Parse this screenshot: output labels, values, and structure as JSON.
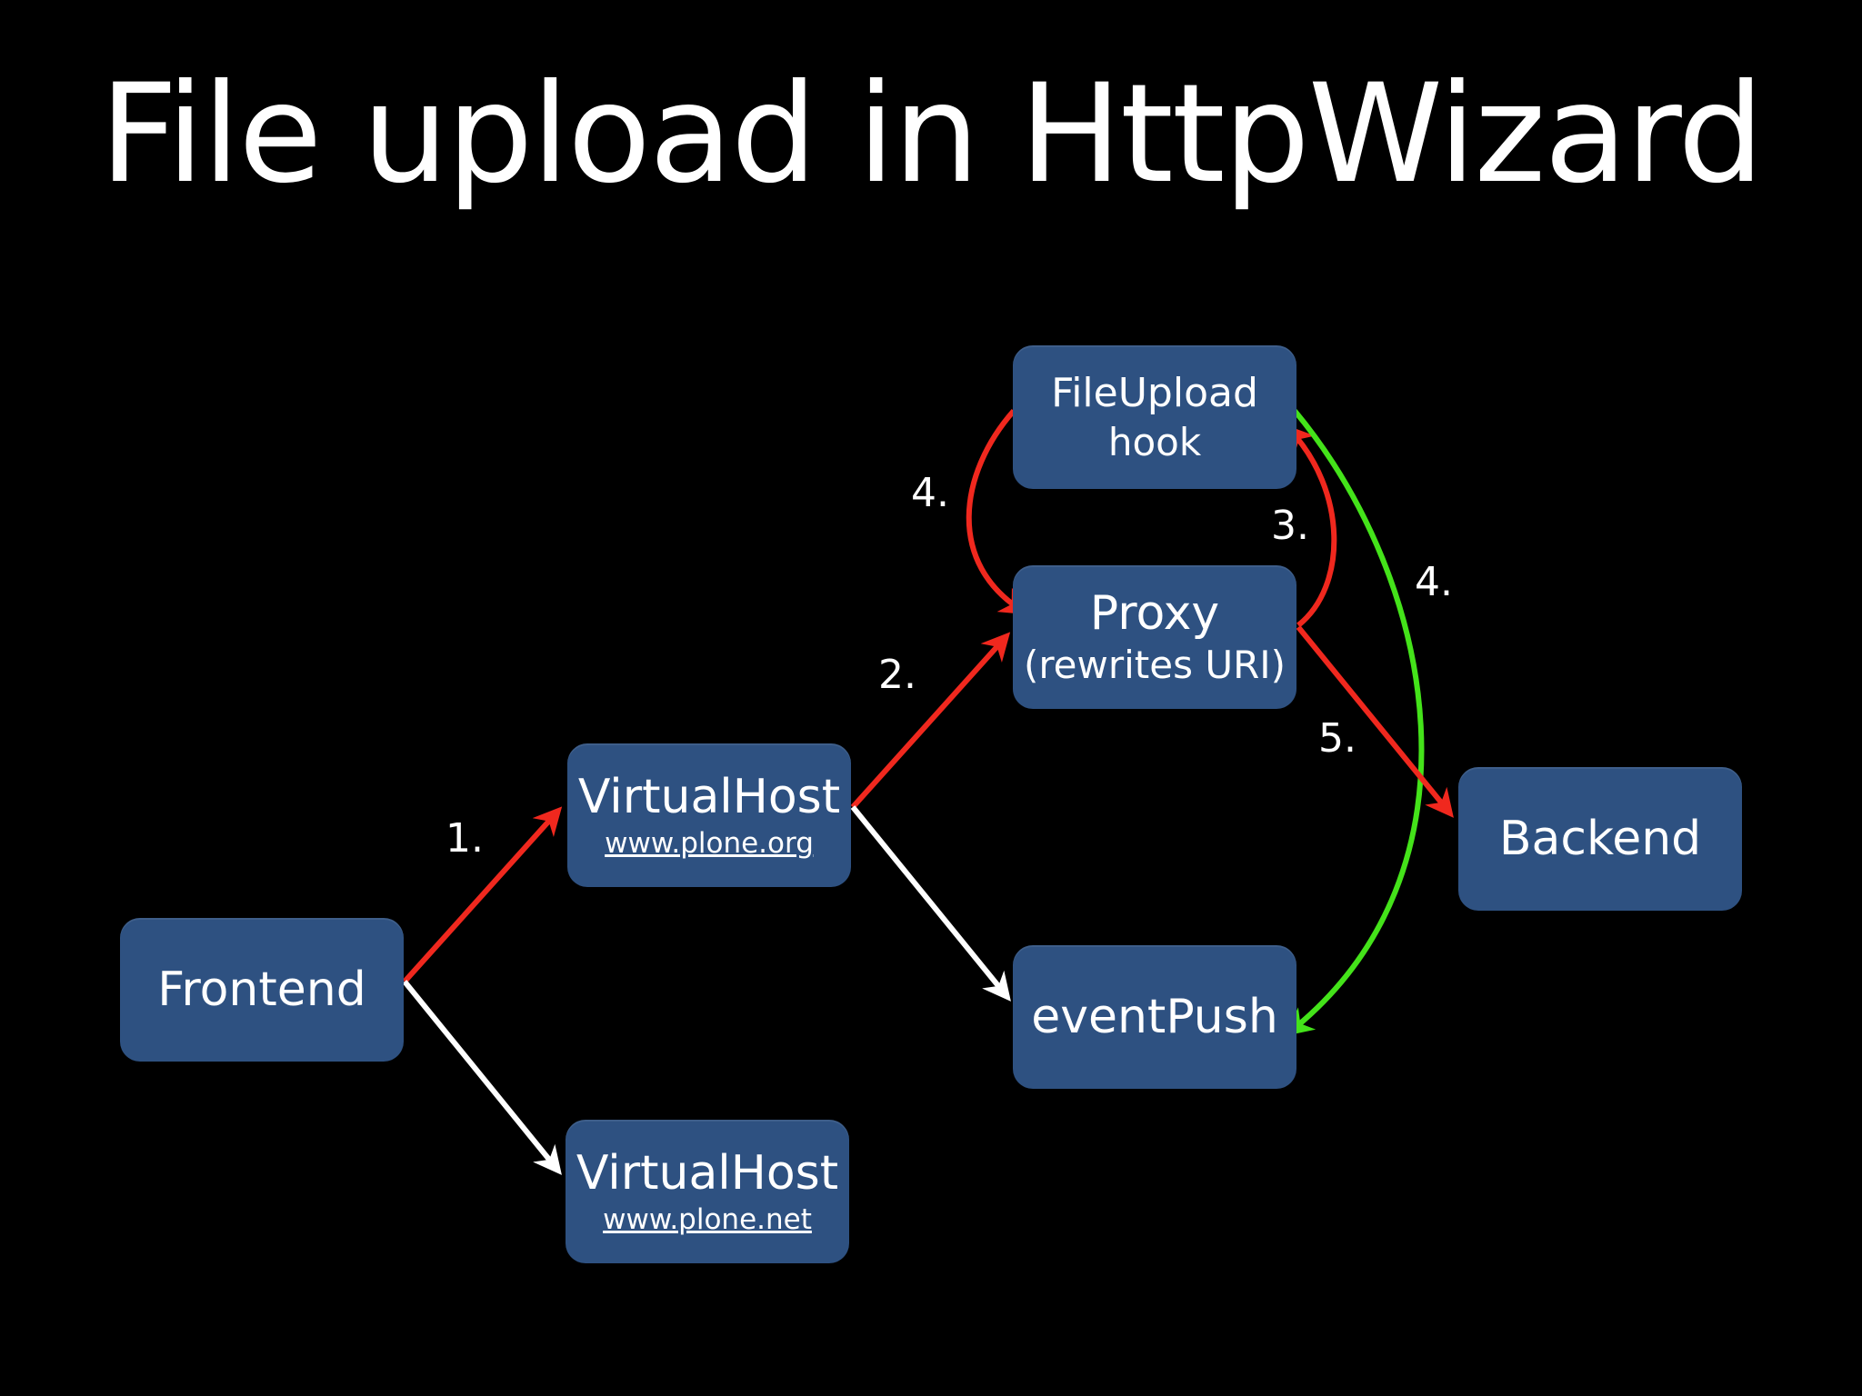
{
  "title": "File upload in HttpWizard",
  "colors": {
    "background": "#000000",
    "node_fill": "#2e5181",
    "request_arrow": "#f0281e",
    "event_arrow": "#ffffff",
    "upload_arrow": "#44e31a"
  },
  "nodes": {
    "frontend": {
      "label": "Frontend"
    },
    "virtualhost_org": {
      "label": "VirtualHost",
      "sub": "www.plone.org"
    },
    "virtualhost_net": {
      "label": "VirtualHost",
      "sub": "www.plone.net"
    },
    "fileupload": {
      "label": "FileUpload",
      "sub": "hook"
    },
    "proxy": {
      "label": "Proxy",
      "sub": "(rewrites URI)"
    },
    "eventpush": {
      "label": "eventPush"
    },
    "backend": {
      "label": "Backend"
    }
  },
  "steps": {
    "s1": "1.",
    "s2": "2.",
    "s3": "3.",
    "s4_left": "4.",
    "s4_right": "4.",
    "s5": "5."
  }
}
